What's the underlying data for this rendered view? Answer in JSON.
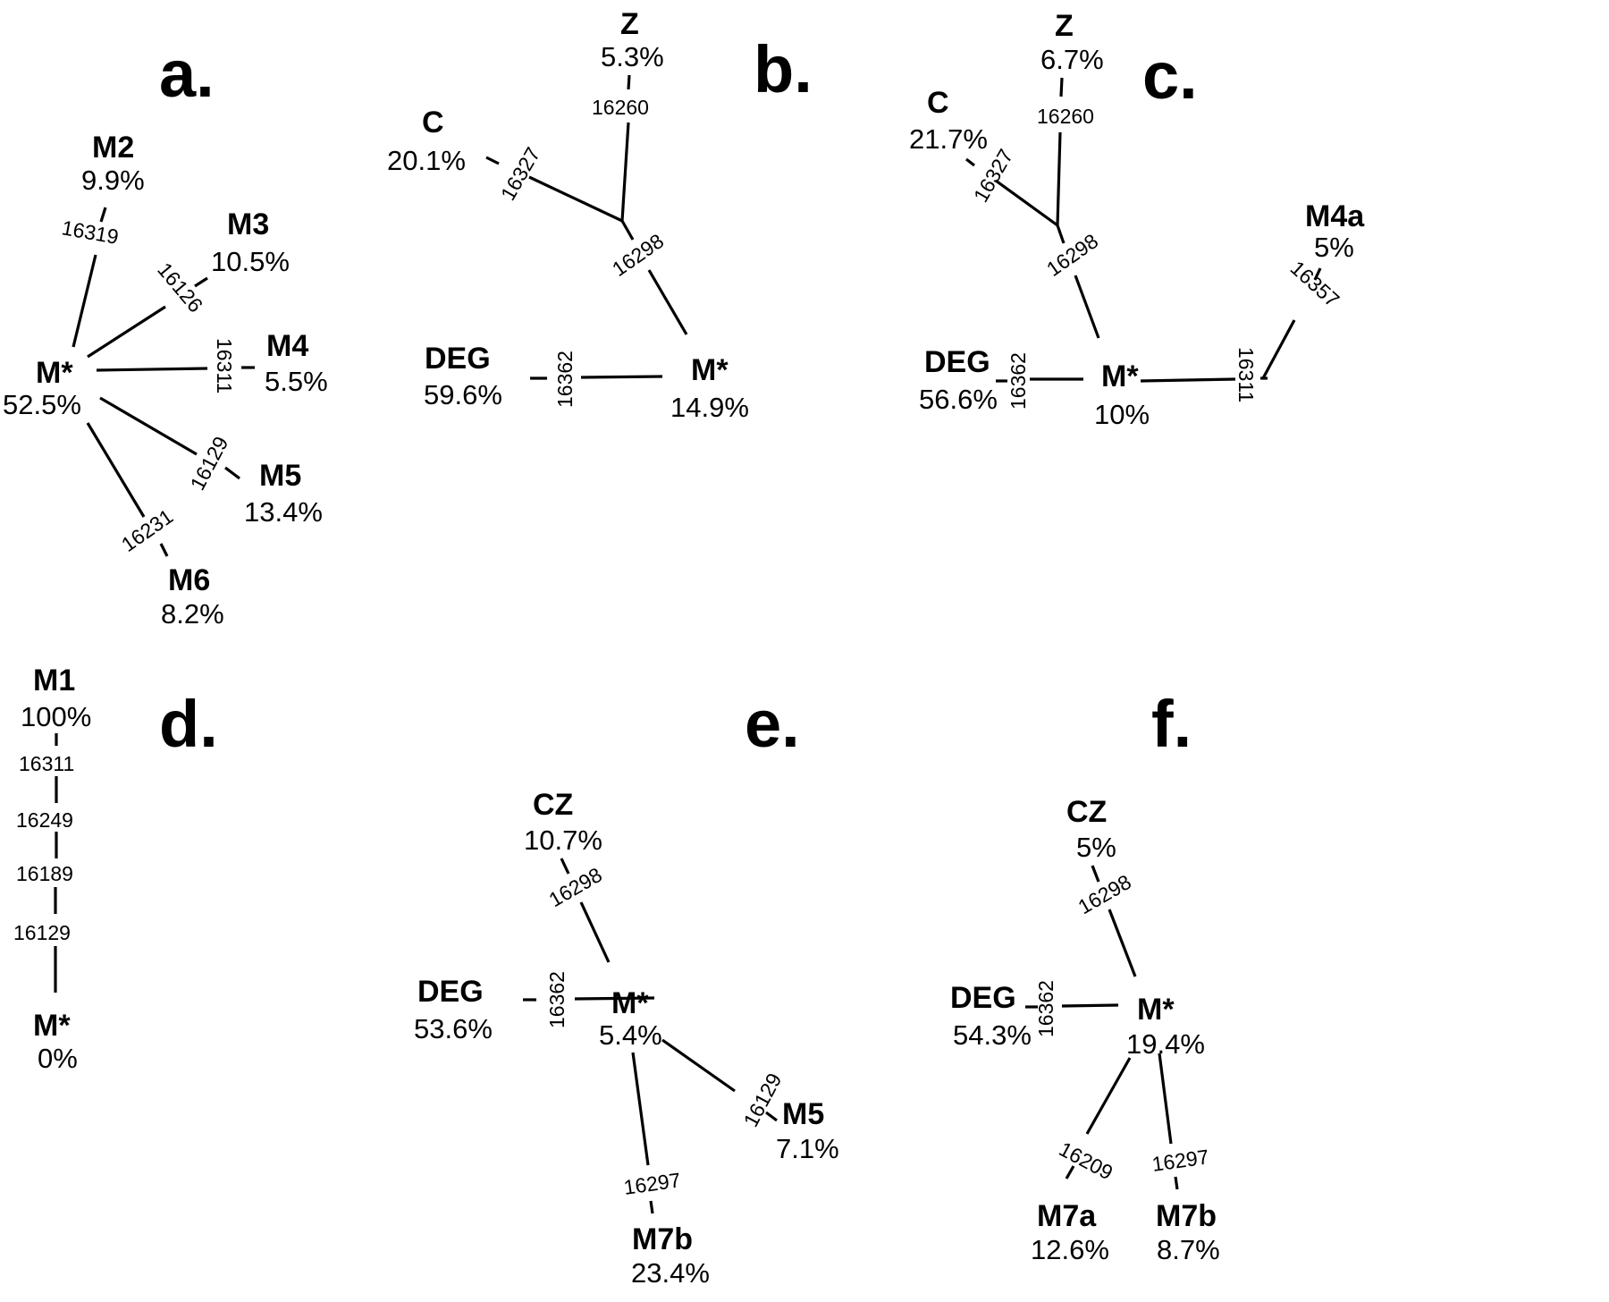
{
  "figure": {
    "type": "haplotype-networks",
    "panels": [
      {
        "id": "a",
        "letter": "a.",
        "nodes": [
          {
            "id": "Mstar",
            "name": "M*",
            "freq": "52.5%"
          },
          {
            "id": "M2",
            "name": "M2",
            "freq": "9.9%"
          },
          {
            "id": "M3",
            "name": "M3",
            "freq": "10.5%"
          },
          {
            "id": "M4",
            "name": "M4",
            "freq": "5.5%"
          },
          {
            "id": "M5",
            "name": "M5",
            "freq": "13.4%"
          },
          {
            "id": "M6",
            "name": "M6",
            "freq": "8.2%"
          }
        ],
        "edges": [
          {
            "from": "Mstar",
            "to": "M2",
            "mutation": "16319"
          },
          {
            "from": "Mstar",
            "to": "M3",
            "mutation": "16126"
          },
          {
            "from": "Mstar",
            "to": "M4",
            "mutation": "16311"
          },
          {
            "from": "Mstar",
            "to": "M5",
            "mutation": "16129"
          },
          {
            "from": "Mstar",
            "to": "M6",
            "mutation": "16231"
          }
        ]
      },
      {
        "id": "b",
        "letter": "b.",
        "nodes": [
          {
            "id": "Z",
            "name": "Z",
            "freq": "5.3%"
          },
          {
            "id": "C",
            "name": "C",
            "freq": "20.1%"
          },
          {
            "id": "DEG",
            "name": "DEG",
            "freq": "59.6%"
          },
          {
            "id": "Mstar",
            "name": "M*",
            "freq": "14.9%"
          }
        ],
        "edges": [
          {
            "from": "junction",
            "to": "Z",
            "mutation": "16260"
          },
          {
            "from": "junction",
            "to": "C",
            "mutation": "16327"
          },
          {
            "from": "Mstar",
            "to": "junction",
            "mutation": "16298"
          },
          {
            "from": "Mstar",
            "to": "DEG",
            "mutation": "16362"
          }
        ]
      },
      {
        "id": "c",
        "letter": "c.",
        "nodes": [
          {
            "id": "Z",
            "name": "Z",
            "freq": "6.7%"
          },
          {
            "id": "C",
            "name": "C",
            "freq": "21.7%"
          },
          {
            "id": "DEG",
            "name": "DEG",
            "freq": "56.6%"
          },
          {
            "id": "Mstar",
            "name": "M*",
            "freq": "10%"
          },
          {
            "id": "M4a",
            "name": "M4a",
            "freq": "5%"
          }
        ],
        "edges": [
          {
            "from": "junction",
            "to": "Z",
            "mutation": "16260"
          },
          {
            "from": "junction",
            "to": "C",
            "mutation": "16327"
          },
          {
            "from": "Mstar",
            "to": "junction",
            "mutation": "16298"
          },
          {
            "from": "Mstar",
            "to": "DEG",
            "mutation": "16362"
          },
          {
            "from": "Mstar",
            "to": "bend",
            "mutation": "16311"
          },
          {
            "from": "bend",
            "to": "M4a",
            "mutation": "16357"
          }
        ]
      },
      {
        "id": "d",
        "letter": "d.",
        "nodes": [
          {
            "id": "M1",
            "name": "M1",
            "freq": "100%"
          },
          {
            "id": "Mstar",
            "name": "M*",
            "freq": "0%"
          }
        ],
        "edges": [
          {
            "from": "Mstar",
            "to": "M1",
            "mutations": [
              "16129",
              "16189",
              "16249",
              "16311"
            ]
          }
        ]
      },
      {
        "id": "e",
        "letter": "e.",
        "nodes": [
          {
            "id": "CZ",
            "name": "CZ",
            "freq": "10.7%"
          },
          {
            "id": "DEG",
            "name": "DEG",
            "freq": "53.6%"
          },
          {
            "id": "Mstar",
            "name": "M*",
            "freq": "5.4%"
          },
          {
            "id": "M5",
            "name": "M5",
            "freq": "7.1%"
          },
          {
            "id": "M7b",
            "name": "M7b",
            "freq": "23.4%"
          }
        ],
        "edges": [
          {
            "from": "Mstar",
            "to": "CZ",
            "mutation": "16298"
          },
          {
            "from": "Mstar",
            "to": "DEG",
            "mutation": "16362"
          },
          {
            "from": "Mstar",
            "to": "M5",
            "mutation": "16129"
          },
          {
            "from": "Mstar",
            "to": "M7b",
            "mutation": "16297"
          }
        ]
      },
      {
        "id": "f",
        "letter": "f.",
        "nodes": [
          {
            "id": "CZ",
            "name": "CZ",
            "freq": "5%"
          },
          {
            "id": "DEG",
            "name": "DEG",
            "freq": "54.3%"
          },
          {
            "id": "Mstar",
            "name": "M*",
            "freq": "19.4%"
          },
          {
            "id": "M7a",
            "name": "M7a",
            "freq": "12.6%"
          },
          {
            "id": "M7b",
            "name": "M7b",
            "freq": "8.7%"
          }
        ],
        "edges": [
          {
            "from": "Mstar",
            "to": "CZ",
            "mutation": "16298"
          },
          {
            "from": "Mstar",
            "to": "DEG",
            "mutation": "16362"
          },
          {
            "from": "Mstar",
            "to": "M7a",
            "mutation": "16209"
          },
          {
            "from": "Mstar",
            "to": "M7b",
            "mutation": "16297"
          }
        ]
      }
    ]
  }
}
